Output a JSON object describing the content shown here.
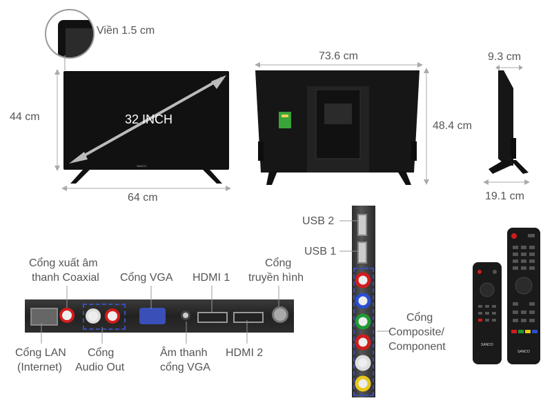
{
  "dimensions": {
    "bezel": "Viền 1.5 cm",
    "screen_size": "32 INCH",
    "height": "44 cm",
    "width": "64 cm",
    "back_width": "73.6 cm",
    "back_height": "48.4 cm",
    "depth": "9.3 cm",
    "stand_depth": "19.1 cm"
  },
  "ports_bottom": {
    "coaxial_line1": "Cổng xuất âm",
    "coaxial_line2": "thanh Coaxial",
    "vga": "Cổng VGA",
    "hdmi1": "HDMI 1",
    "antenna_line1": "Cổng",
    "antenna_line2": "truyền hình",
    "lan_line1": "Cổng LAN",
    "lan_line2": "(Internet)",
    "audio_line1": "Cổng",
    "audio_line2": "Audio Out",
    "vga_audio_line1": "Âm thanh",
    "vga_audio_line2": "cổng VGA",
    "hdmi2": "HDMI 2"
  },
  "ports_side": {
    "usb2": "USB 2",
    "usb1": "USB 1",
    "composite_line1": "Cổng",
    "composite_line2": "Composite/",
    "composite_line3": "Component"
  },
  "brand": {
    "tv_logo": "SANCO",
    "remote_logo_small": "SANCO",
    "remote_logo_large": "SANCO"
  },
  "colors": {
    "accent_blue": "#3a4fb8",
    "arrow": "#aaaaaa",
    "red": "#d21c1c",
    "green": "#1f9a35",
    "blue": "#2a4fd0",
    "yellow": "#e8c61b"
  }
}
